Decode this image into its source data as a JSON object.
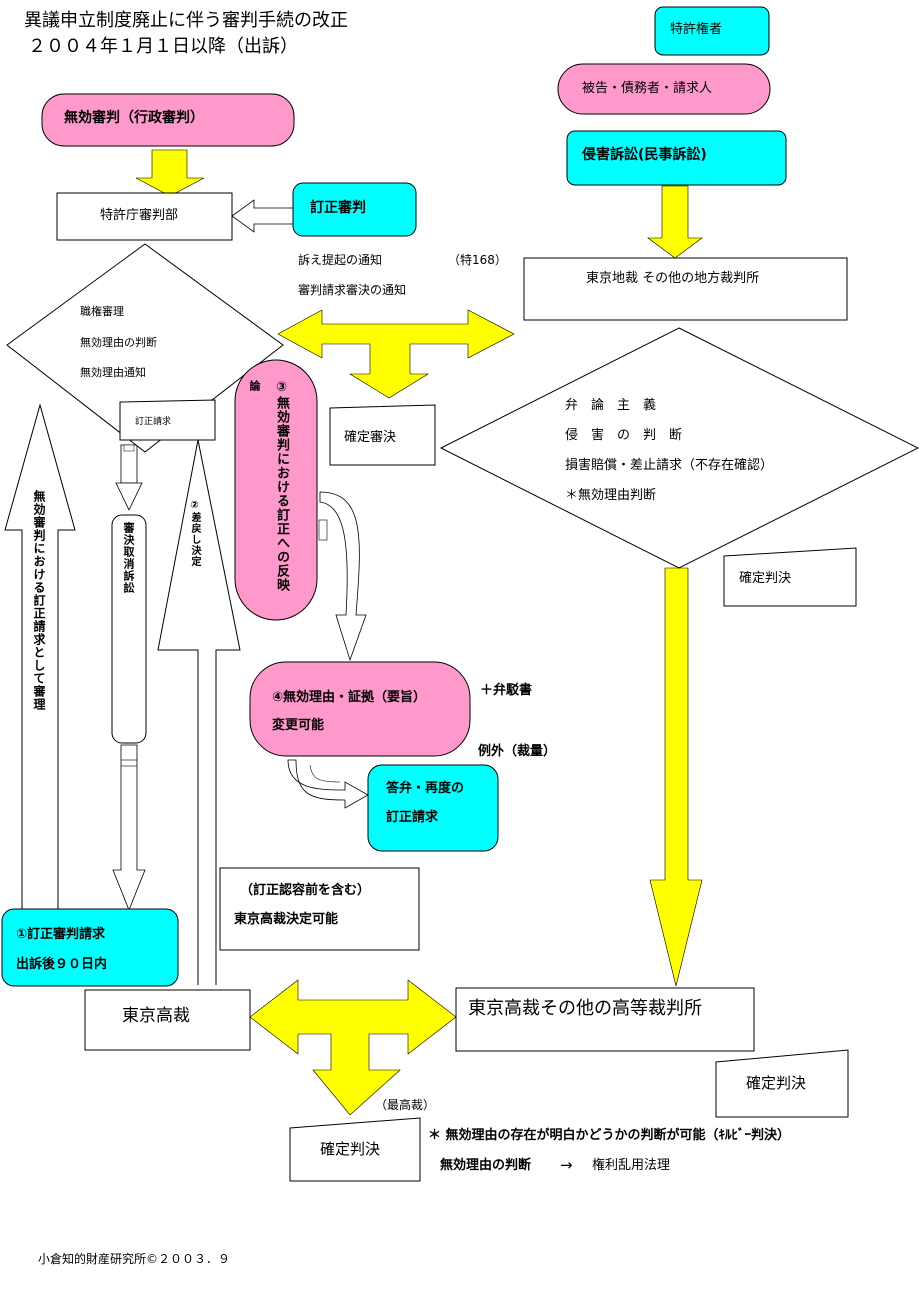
{
  "title": {
    "line1": "異議申立制度廃止に伴う審判手続の改正",
    "line2": "２００４年１月１日以降（出訴）"
  },
  "left": {
    "invalidation_trial": "無効審判（行政審判）",
    "jpo_board": "特許庁審判部",
    "correction_trial": "訂正審判",
    "ex_officio": "職権審理",
    "invalid_reason_judgment": "無効理由の判断",
    "invalid_reason_notice": "無効理由通知",
    "correction_request": "訂正請求",
    "left_arrow_text": "無効審判における訂正請求として審理",
    "revocation_suit": "審決取消訴訟",
    "remand_decision": "②差戻し決定",
    "reflection": "③無効審判における訂正への反映",
    "reflection_small": "論",
    "correction_trial_request": "①訂正審判請求",
    "within_90_days": "出訴後９０日内",
    "tokyo_high_court": "東京高裁",
    "high_court_note1": "（訂正認容前を含む）",
    "high_court_note2": "東京高裁決定可能"
  },
  "middle": {
    "notice_suit": "訴え提起の通知",
    "article_168": "（特168）",
    "notice_trial_decision": "審判請求審決の通知",
    "final_trial_decision": "確定審決",
    "invalid_reason_evidence": "④無効理由・証拠（要旨）",
    "changeable": "変更可能",
    "plus_defense": "＋弁駁書",
    "exception": "例外（裁量）",
    "reply_again1": "答弁・再度の",
    "reply_again2": "訂正請求"
  },
  "right": {
    "patentee": "特許権者",
    "defendant": "被告・債務者・請求人",
    "infringement_suit": "侵害訴訟(民事訴訟)",
    "tokyo_district": "東京地裁 その他の地方裁判所",
    "adversarial": "弁　論　主　義",
    "infringement_judgment": "侵　害　の　判　断",
    "damages": "損害賠償・差止請求（不存在確認）",
    "invalid_reason_decision": "＊無効理由判断",
    "final_judgment": "確定判決",
    "tokyo_high_other": "東京高裁その他の高等裁判所",
    "final_judgment2": "確定判決"
  },
  "bottom": {
    "supreme_court": "（最高裁）",
    "final_judgment3": "確定判決",
    "kilby1": "＊ 無効理由の存在が明白かどうかの判断が可能（ｷﾙﾋﾞｰ判決）",
    "kilby2_a": "無効理由の判断",
    "kilby2_arrow": "→",
    "kilby2_b": "権利乱用法理",
    "copyright": "小倉知的財産研究所©２００３．９"
  },
  "colors": {
    "pink": "#ff99cc",
    "cyan": "#00ffff",
    "yellow": "#ffff00"
  }
}
